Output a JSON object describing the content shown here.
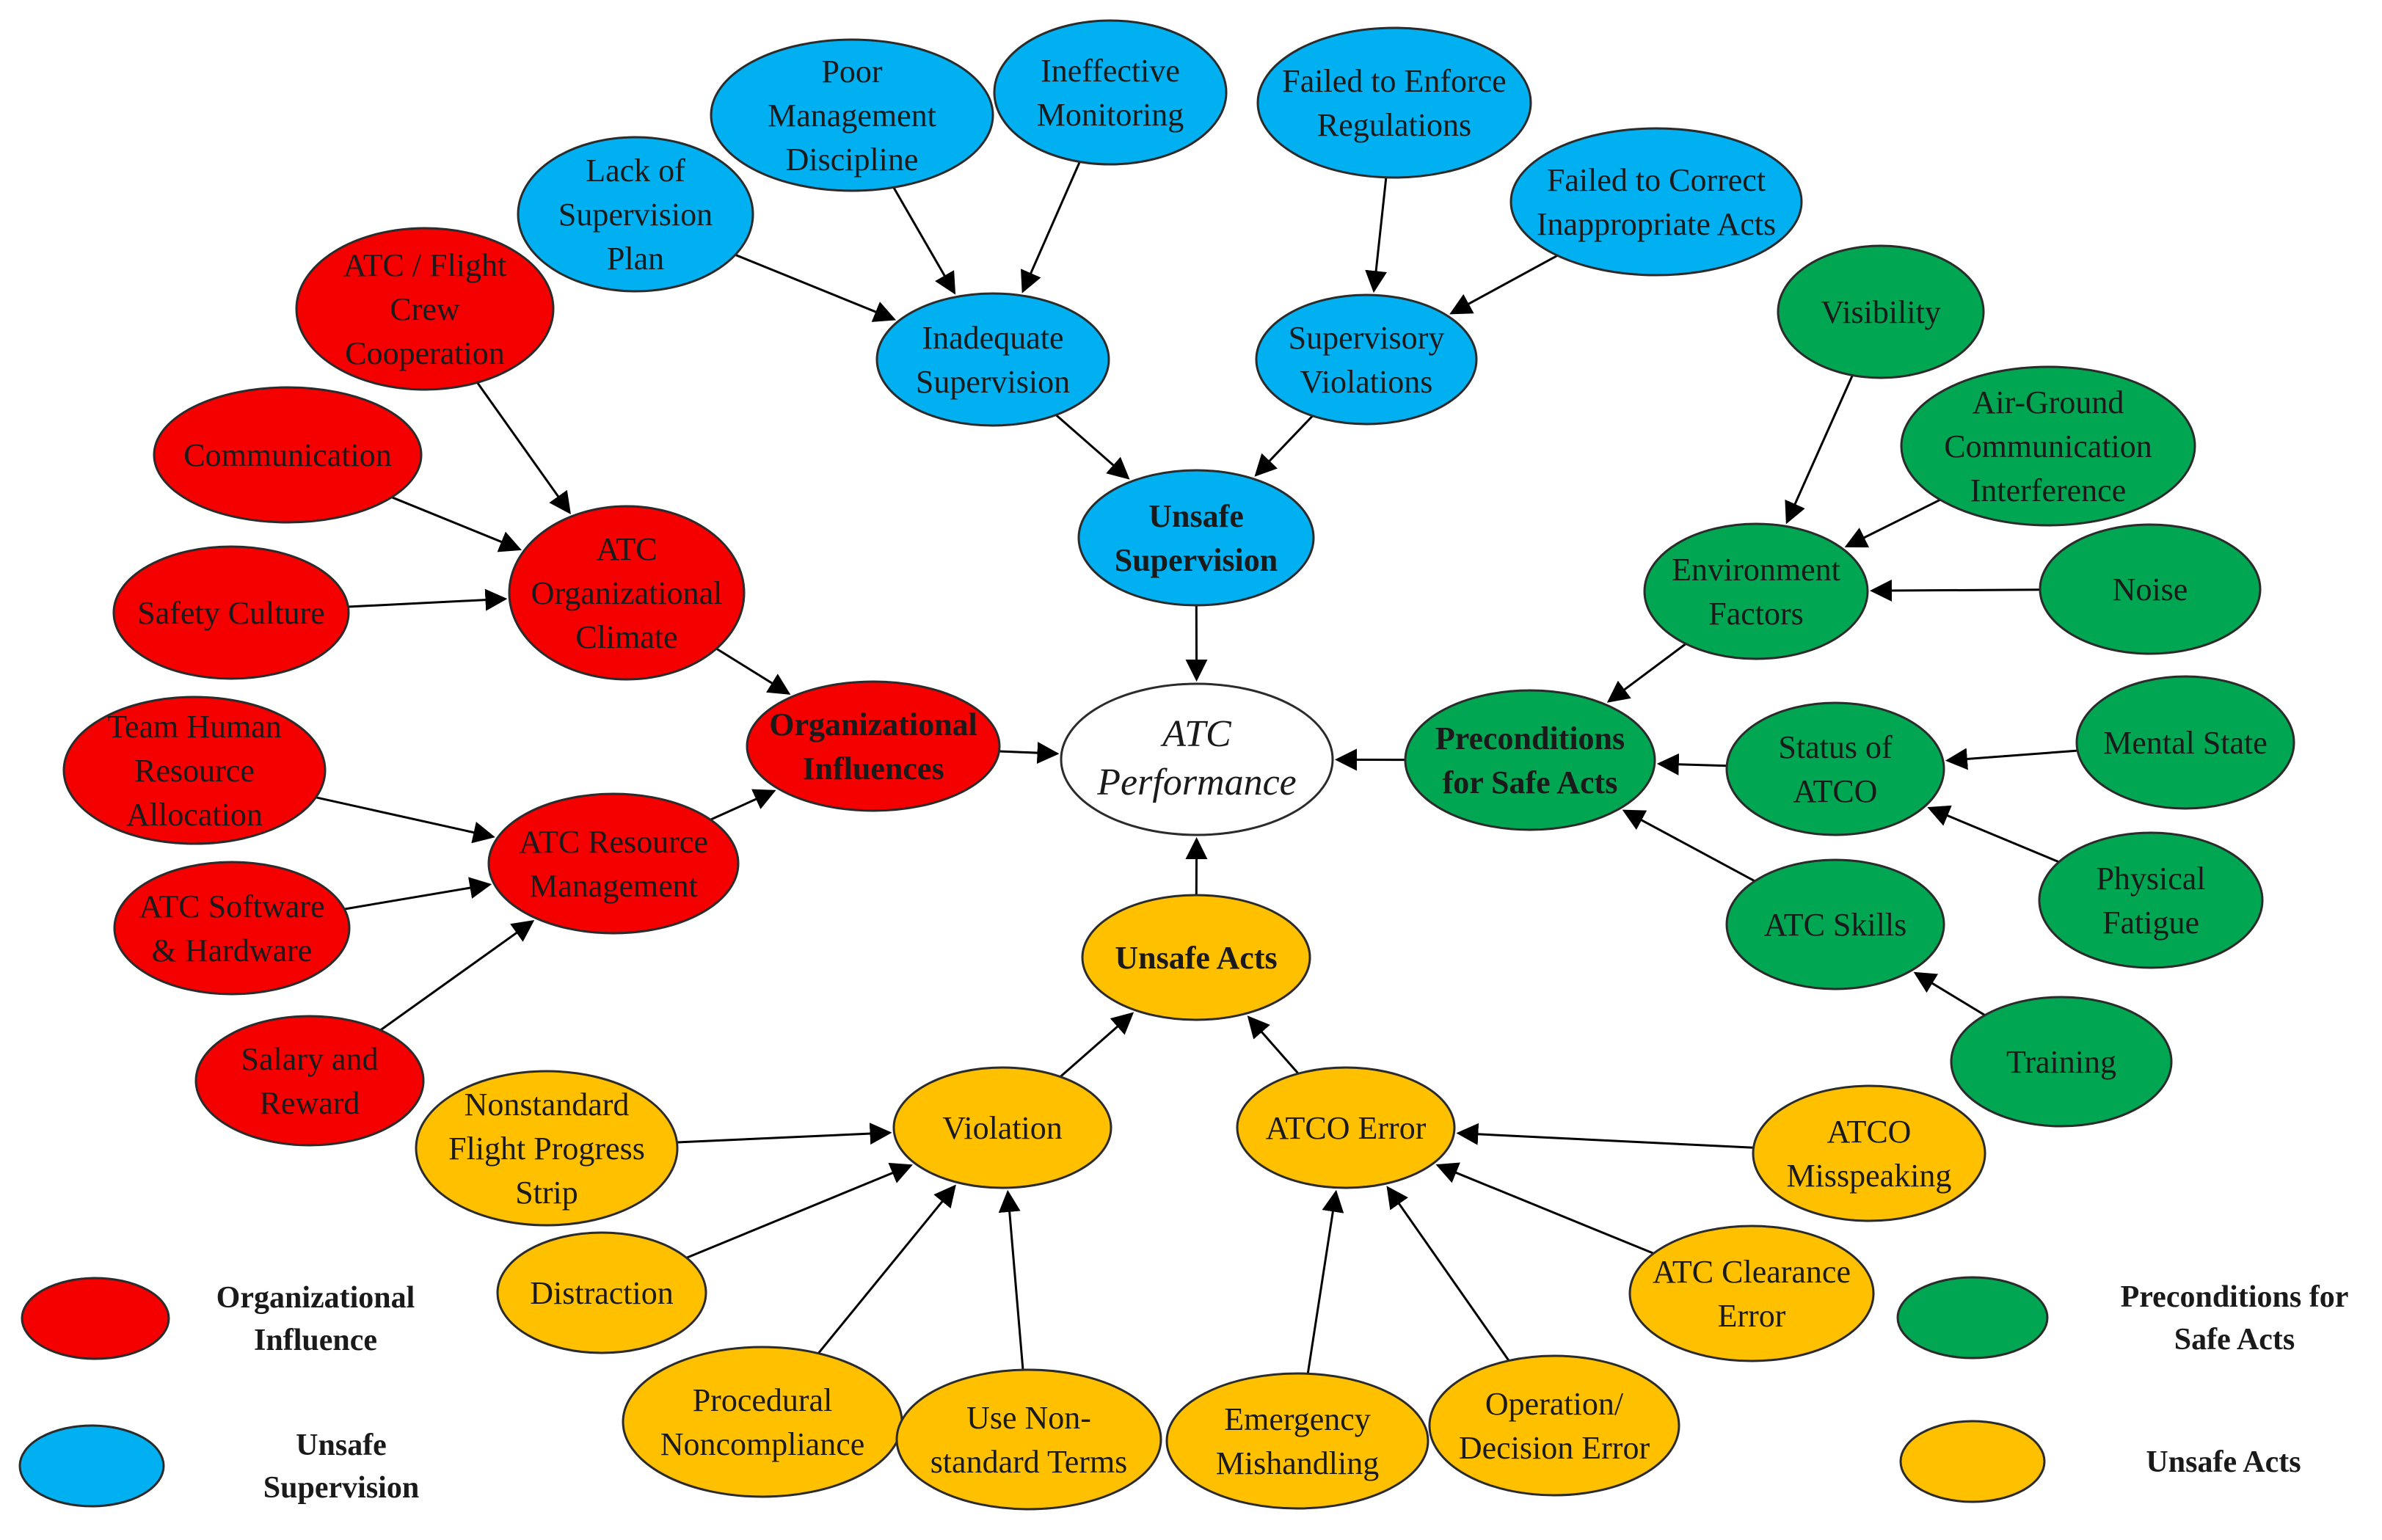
{
  "colors": {
    "organizational": "#f50000",
    "supervision": "#00b0f0",
    "preconditions": "#00a651",
    "acts": "#ffc000",
    "center": "#ffffff"
  },
  "nodes": [
    {
      "id": "atc_performance",
      "lines": [
        "ATC",
        "Performance"
      ],
      "group": "center",
      "style": "italic"
    },
    {
      "id": "organizational_influences",
      "lines": [
        "Organizational",
        "Influences"
      ],
      "group": "organizational",
      "style": "bold"
    },
    {
      "id": "atc_org_climate",
      "lines": [
        "ATC",
        "Organizational",
        "Climate"
      ],
      "group": "organizational"
    },
    {
      "id": "atc_resource_mgmt",
      "lines": [
        "ATC Resource",
        "Management"
      ],
      "group": "organizational"
    },
    {
      "id": "atc_flight_crew",
      "lines": [
        "ATC / Flight",
        "Crew",
        "Cooperation"
      ],
      "group": "organizational"
    },
    {
      "id": "communication",
      "lines": [
        "Communication"
      ],
      "group": "organizational"
    },
    {
      "id": "safety_culture",
      "lines": [
        "Safety Culture"
      ],
      "group": "organizational"
    },
    {
      "id": "team_hr",
      "lines": [
        "Team Human",
        "Resource",
        "Allocation"
      ],
      "group": "organizational"
    },
    {
      "id": "atc_software",
      "lines": [
        "ATC Software",
        "& Hardware"
      ],
      "group": "organizational"
    },
    {
      "id": "salary",
      "lines": [
        "Salary and",
        "Reward"
      ],
      "group": "organizational"
    },
    {
      "id": "unsafe_supervision",
      "lines": [
        "Unsafe",
        "Supervision"
      ],
      "group": "supervision",
      "style": "bold"
    },
    {
      "id": "inadequate_supervision",
      "lines": [
        "Inadequate",
        "Supervision"
      ],
      "group": "supervision"
    },
    {
      "id": "supervisory_violations",
      "lines": [
        "Supervisory",
        "Violations"
      ],
      "group": "supervision"
    },
    {
      "id": "lack_plan",
      "lines": [
        "Lack of",
        "Supervision",
        "Plan"
      ],
      "group": "supervision"
    },
    {
      "id": "poor_mgmt",
      "lines": [
        "Poor",
        "Management",
        "Discipline"
      ],
      "group": "supervision"
    },
    {
      "id": "ineffective_monitoring",
      "lines": [
        "Ineffective",
        "Monitoring"
      ],
      "group": "supervision"
    },
    {
      "id": "failed_enforce",
      "lines": [
        "Failed to Enforce",
        "Regulations"
      ],
      "group": "supervision"
    },
    {
      "id": "failed_correct",
      "lines": [
        "Failed to Correct",
        "Inappropriate Acts"
      ],
      "group": "supervision"
    },
    {
      "id": "preconditions",
      "lines": [
        "Preconditions",
        "for Safe Acts"
      ],
      "group": "preconditions",
      "style": "bold"
    },
    {
      "id": "environment",
      "lines": [
        "Environment",
        "Factors"
      ],
      "group": "preconditions"
    },
    {
      "id": "status_atco",
      "lines": [
        "Status of",
        "ATCO"
      ],
      "group": "preconditions"
    },
    {
      "id": "atc_skills",
      "lines": [
        "ATC Skills"
      ],
      "group": "preconditions"
    },
    {
      "id": "visibility",
      "lines": [
        "Visibility"
      ],
      "group": "preconditions"
    },
    {
      "id": "air_ground",
      "lines": [
        "Air-Ground",
        "Communication",
        "Interference"
      ],
      "group": "preconditions"
    },
    {
      "id": "noise",
      "lines": [
        "Noise"
      ],
      "group": "preconditions"
    },
    {
      "id": "mental_state",
      "lines": [
        "Mental State"
      ],
      "group": "preconditions"
    },
    {
      "id": "physical_fatigue",
      "lines": [
        "Physical",
        "Fatigue"
      ],
      "group": "preconditions"
    },
    {
      "id": "training",
      "lines": [
        "Training"
      ],
      "group": "preconditions"
    },
    {
      "id": "unsafe_acts",
      "lines": [
        "Unsafe Acts"
      ],
      "group": "acts",
      "style": "bold"
    },
    {
      "id": "violation",
      "lines": [
        "Violation"
      ],
      "group": "acts"
    },
    {
      "id": "atco_error",
      "lines": [
        "ATCO Error"
      ],
      "group": "acts"
    },
    {
      "id": "nonstandard_strip",
      "lines": [
        "Nonstandard",
        "Flight Progress",
        "Strip"
      ],
      "group": "acts"
    },
    {
      "id": "distraction",
      "lines": [
        "Distraction"
      ],
      "group": "acts"
    },
    {
      "id": "procedural",
      "lines": [
        "Procedural",
        "Noncompliance"
      ],
      "group": "acts"
    },
    {
      "id": "use_nonstandard",
      "lines": [
        "Use Non-",
        "standard Terms"
      ],
      "group": "acts"
    },
    {
      "id": "emergency",
      "lines": [
        "Emergency",
        "Mishandling"
      ],
      "group": "acts"
    },
    {
      "id": "operation_decision",
      "lines": [
        "Operation/",
        "Decision Error"
      ],
      "group": "acts"
    },
    {
      "id": "clearance_error",
      "lines": [
        "ATC Clearance",
        "Error"
      ],
      "group": "acts"
    },
    {
      "id": "misspeaking",
      "lines": [
        "ATCO",
        "Misspeaking"
      ],
      "group": "acts"
    }
  ],
  "edges": [
    [
      "atc_flight_crew",
      "atc_org_climate"
    ],
    [
      "communication",
      "atc_org_climate"
    ],
    [
      "safety_culture",
      "atc_org_climate"
    ],
    [
      "atc_org_climate",
      "organizational_influences"
    ],
    [
      "team_hr",
      "atc_resource_mgmt"
    ],
    [
      "atc_software",
      "atc_resource_mgmt"
    ],
    [
      "salary",
      "atc_resource_mgmt"
    ],
    [
      "atc_resource_mgmt",
      "organizational_influences"
    ],
    [
      "organizational_influences",
      "atc_performance"
    ],
    [
      "lack_plan",
      "inadequate_supervision"
    ],
    [
      "poor_mgmt",
      "inadequate_supervision"
    ],
    [
      "ineffective_monitoring",
      "inadequate_supervision"
    ],
    [
      "failed_enforce",
      "supervisory_violations"
    ],
    [
      "failed_correct",
      "supervisory_violations"
    ],
    [
      "inadequate_supervision",
      "unsafe_supervision"
    ],
    [
      "supervisory_violations",
      "unsafe_supervision"
    ],
    [
      "unsafe_supervision",
      "atc_performance"
    ],
    [
      "visibility",
      "environment"
    ],
    [
      "air_ground",
      "environment"
    ],
    [
      "noise",
      "environment"
    ],
    [
      "environment",
      "preconditions"
    ],
    [
      "mental_state",
      "status_atco"
    ],
    [
      "physical_fatigue",
      "status_atco"
    ],
    [
      "status_atco",
      "preconditions"
    ],
    [
      "training",
      "atc_skills"
    ],
    [
      "atc_skills",
      "preconditions"
    ],
    [
      "preconditions",
      "atc_performance"
    ],
    [
      "nonstandard_strip",
      "violation"
    ],
    [
      "distraction",
      "violation"
    ],
    [
      "procedural",
      "violation"
    ],
    [
      "use_nonstandard",
      "violation"
    ],
    [
      "violation",
      "unsafe_acts"
    ],
    [
      "misspeaking",
      "atco_error"
    ],
    [
      "clearance_error",
      "atco_error"
    ],
    [
      "operation_decision",
      "atco_error"
    ],
    [
      "emergency",
      "atco_error"
    ],
    [
      "atco_error",
      "unsafe_acts"
    ],
    [
      "unsafe_acts",
      "atc_performance"
    ]
  ],
  "legend": [
    {
      "id": "organizational",
      "lines": [
        "Organizational",
        "Influence"
      ],
      "group": "organizational"
    },
    {
      "id": "supervision",
      "lines": [
        "Unsafe",
        "Supervision"
      ],
      "group": "supervision"
    },
    {
      "id": "preconditions",
      "lines": [
        "Preconditions for",
        "Safe Acts"
      ],
      "group": "preconditions"
    },
    {
      "id": "acts",
      "lines": [
        "Unsafe Acts"
      ],
      "group": "acts"
    }
  ]
}
